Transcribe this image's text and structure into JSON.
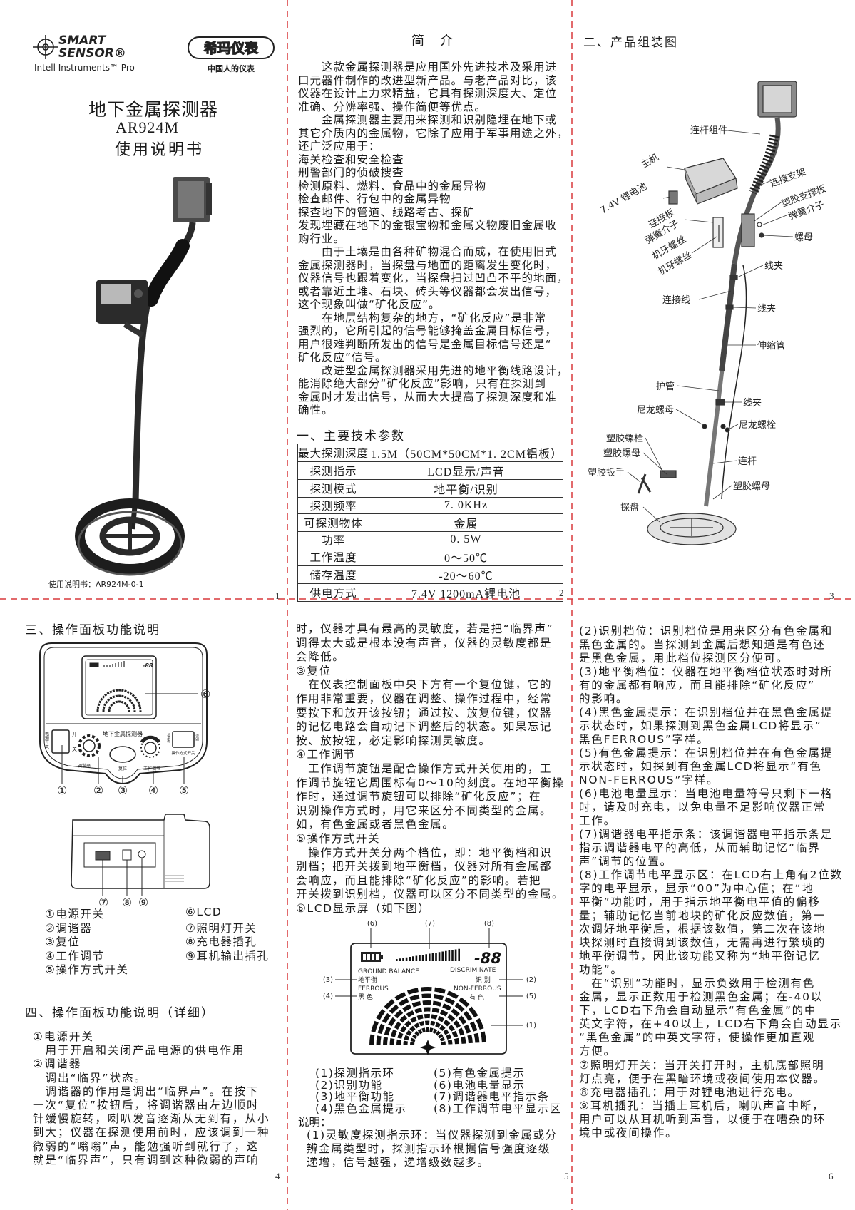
{
  "page1": {
    "logo_smart": "SMART",
    "logo_sensor": "SENSOR®",
    "logo_tagline": "Intell Instruments™ Pro",
    "logo2": "希玛仪表",
    "logo2_tagline": "中国人的仪表",
    "title": "地下金属探测器",
    "model": "AR924M",
    "subtitle": "使用说明书",
    "doc_code": "使用说明书：AR924M-0-1",
    "page_no": "1"
  },
  "page2": {
    "title": "简　介",
    "intro_lines": [
      "　　这款金属探测器是应用国外先进技术及采用进",
      "口元器件制作的改进型新产品。与老产品对比，该",
      "仪器在设计上力求精益，它具有探测深度大、定位",
      "准确、分辨率强、操作简便等优点。",
      "　　金属探测器主要用来探测和识别隐埋在地下或",
      "其它介质内的金属物，它除了应用于军事用途之外，",
      "还广泛应用于：",
      "海关检查和安全检查",
      "刑警部门的侦破搜查",
      "检测原料、燃料、食品中的金属异物",
      "检查邮件、行包中的金属异物",
      "探查地下的管道、线路考古、探矿",
      "发现埋藏在地下的金银宝物和金属文物废旧金属收",
      "购行业。",
      "　　由于土壤是由各种矿物混合而成，在使用旧式",
      "金属探测器时，当探盘与地面的距离发生变化时，",
      "仪器信号也跟着变化，当探盘扫过凹凸不平的地面，",
      "或者靠近土堆、石块、砖头等仪器都会发出信号，",
      "这个现象叫做“矿化反应”。",
      "　　在地层结构复杂的地方，“矿化反应”是非常",
      "强烈的，它所引起的信号能够掩盖金属目标信号，",
      "用户很难判断所发出的信号是金属目标信号还是“",
      "矿化反应”信号。",
      "　　改进型金属探测器采用先进的地平衡线路设计，",
      "能消除绝大部分“矿化反应”影响，只有在探测到",
      "金属时才发出信号，从而大大提高了探测深度和准",
      "确性。"
    ],
    "spec_heading": "一、主要技术参数",
    "specs": [
      {
        "label": "最大探测深度",
        "value": "1.5M（50CM*50CM*1. 2CM铝板）"
      },
      {
        "label": "探测指示",
        "value": "LCD显示/声音"
      },
      {
        "label": "探测模式",
        "value": "地平衡/识别"
      },
      {
        "label": "探测频率",
        "value": "7. 0KHz"
      },
      {
        "label": "可探测物体",
        "value": "金属"
      },
      {
        "label": "功率",
        "value": "0. 5W"
      },
      {
        "label": "工作温度",
        "value": "0～50℃"
      },
      {
        "label": "储存温度",
        "value": "-20～60℃"
      },
      {
        "label": "供电方式",
        "value": "7.4V 1200mA锂电池"
      }
    ],
    "page_no": "2"
  },
  "page3": {
    "heading": "二、产品组装图",
    "labels": [
      "连杆组件",
      "主机",
      "7.4V 锂电池",
      "连接支架",
      "塑胶支撑板",
      "弹簧介子",
      "螺母",
      "连接板",
      "弹簧介子",
      "机牙螺丝",
      "机牙螺丝",
      "线夹",
      "连接线",
      "线夹",
      "伸缩管",
      "护管",
      "线夹",
      "尼龙螺母",
      "尼龙螺栓",
      "塑胶螺栓",
      "塑胶螺母",
      "塑胶扳手",
      "连杆",
      "塑胶螺母",
      "探盘"
    ],
    "page_no": "3"
  },
  "page4": {
    "heading": "三、操作面板功能说明",
    "panel": {
      "name": "地下金属探测器",
      "power_label": "电源开关",
      "on": "开",
      "off": "关",
      "tuner": "调谐器",
      "reset": "复位",
      "work_adjust": "工作调节",
      "ground_balance": "地平衡",
      "discriminate": "识别",
      "mode_switch": "操作方式开关",
      "lcd_digits": "-88"
    },
    "callouts": [
      "①",
      "②",
      "③",
      "④",
      "⑤",
      "⑥"
    ],
    "side_callouts": [
      "⑦",
      "⑧",
      "⑨"
    ],
    "legend_left": [
      "①电源开关",
      "②调谐器",
      "③复位",
      "④工作调节",
      "⑤操作方式开关"
    ],
    "legend_right": [
      "⑥LCD",
      "⑦照明灯开关",
      "⑧充电器插孔",
      "⑨耳机输出插孔"
    ],
    "detail_heading": "四、操作面板功能说明（详细）",
    "detail_lines": [
      "①电源开关",
      "　用于开启和关闭产品电源的供电作用",
      "②调谐器",
      "　调出“临界”状态。",
      "　调谐器的作用是调出“临界声”。在按下",
      "一次“复位”按钮后，将调谐器由左边顺时",
      "针缓慢旋转，喇叭发音逐渐从无到有，从小",
      "到大；仪器在探测使用前时，应该调到一种",
      "微弱的“嗡嗡”声，能勉强听到就行了，这",
      "就是“临界声”，只有调到这种微弱的声响"
    ],
    "page_no": "4"
  },
  "page5": {
    "lines": [
      "时，仪器才具有最高的灵敏度，若是把“临界声”",
      "调得太大或是根本没有声音，仪器的灵敏度都是",
      "会降低。",
      "③复位",
      "　在仪表控制面板中央下方有一个复位键，它的",
      "作用非常重要，仪器在调整、操作过程中，经常",
      "要按下和放开该按钮；通过按、放复位键，仪器",
      "的记忆电路会自动记下调整后的状态。如果忘记",
      "按、放按钮，必定影响探测灵敏度。",
      "④工作调节",
      "　工作调节旋钮是配合操作方式开关使用的，工",
      "作调节旋钮它周围标有0～10的刻度。在地平衡操",
      "作时，通过调节旋钮可以排除“矿化反应”；在",
      "识别操作方式时，用它来区分不同类型的金属。",
      "如，有色金属或者黑色金属。",
      "⑤操作方式开关",
      "　操作方式开关分两个档位，即：地平衡档和识",
      "别档；把开关拨到地平衡档，仪器对所有金属都",
      "会响应，而且能排除“矿化反应”的影响。若把",
      "开关拨到识别档，仪器可以区分不同类型的金属。",
      "⑥LCD显示屏（如下图）"
    ],
    "lcd": {
      "digits": "-88",
      "ground_balance": "GROUND BALANCE",
      "discriminate": "DISCRIMINATE",
      "ground_balance_cn": "地平衡",
      "discriminate_cn": "识 别",
      "ferrous": "FERROUS",
      "non_ferrous": "NON-FERROUS",
      "ferrous_cn": "黑 色",
      "non_ferrous_cn": "有 色",
      "callouts": [
        "(1)",
        "(2)",
        "(3)",
        "(4)",
        "(5)",
        "(6)",
        "(7)",
        "(8)"
      ]
    },
    "legend_left": [
      "(1)探测指示环",
      "(2)识别功能",
      "(3)地平衡功能",
      "(4)黑色金属提示"
    ],
    "legend_right": [
      "(5)有色金属提示",
      "(6)电池电量显示",
      "(7)调谐器电平指示条",
      "(8)工作调节电平显示区"
    ],
    "note_heading": "说明：",
    "note_lines": [
      "(1)灵敏度探测指示环：当仪器探测到金属或分",
      "辨金属类型时，探测指示环根据信号强度逐级",
      "递增，信号越强，递增级数越多。"
    ],
    "page_no": "5"
  },
  "page6": {
    "lines": [
      "(2)识别档位：识别档位是用来区分有色金属和",
      "黑色金属的。当探测到金属后想知道是有色还",
      "是黑色金属，用此档位探测区分便可。",
      "(3)地平衡档位：仪器在地平衡档位状态时对所",
      "有的金属都有响应，而且能排除“矿化反应”",
      "的影响。",
      "(4)黑色金属提示：在识别档位并在黑色金属提",
      "示状态时，如果探测到黑色金属LCD将显示“",
      "黑色FERROUS”字样。",
      "(5)有色金属提示：在识别档位并在有色金属提",
      "示状态时，如探到有色金属LCD将显示“有色",
      "NON-FERROUS”字样。",
      "(6)电池电量显示：当电池电量符号只剩下一格",
      "时，请及时充电，以免电量不足影响仪器正常",
      "工作。",
      "(7)调谐器电平指示条：该调谐器电平指示条是",
      "指示调谐器电平的高低，从而辅助记忆“临界",
      "声”调节的位置。",
      "(8)工作调节电平显示区：在LCD右上角有2位数",
      "字的电平显示，显示“00”为中心值；在“地",
      "平衡”功能时，用于指示地平衡电平值的偏移",
      "量；辅助记忆当前地块的矿化反应数值，第一",
      "次调好地平衡后，根据该数值，第二次在该地",
      "块探测时直接调到该数值，无需再进行繁琐的",
      "地平衡调节，因此该功能又称为“地平衡记忆",
      "功能”。",
      "　在“识别”功能时，显示负数用于检测有色",
      "金属，显示正数用于检测黑色金属；在-40以",
      "下，LCD右下角会自动显示“有色金属”的中",
      "英文字符，在+40以上，LCD右下角会自动显示",
      "“黑色金属”的中英文字符，使操作更加直观",
      "方便。"
    ],
    "overlap_lines": [
      "⑦照明灯开关：当开关打开时，主机底部照明",
      "灯点亮，便于在黑暗环境或夜间使用本仪器。",
      "⑧充电器插孔：用于对锂电池进行充电。",
      "⑨耳机插孔：当插上耳机后，喇叭声音中断，",
      "用户可以从耳机听到声音，以便于在嘈杂的环",
      "境中或夜间操作。"
    ],
    "page_no": "6"
  },
  "colors": {
    "divider": "#d8393c",
    "ink": "#1a1a1a"
  }
}
